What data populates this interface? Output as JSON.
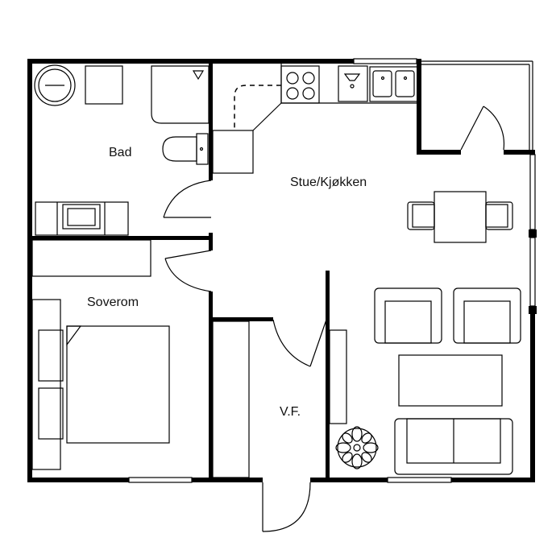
{
  "plan": {
    "rooms": {
      "bathroom": "Bad",
      "living_kitchen": "Stue/Kjøkken",
      "bedroom": "Soverom",
      "entrance": "V.F."
    }
  },
  "colors": {
    "walls": "#000000",
    "background": "#ffffff"
  }
}
